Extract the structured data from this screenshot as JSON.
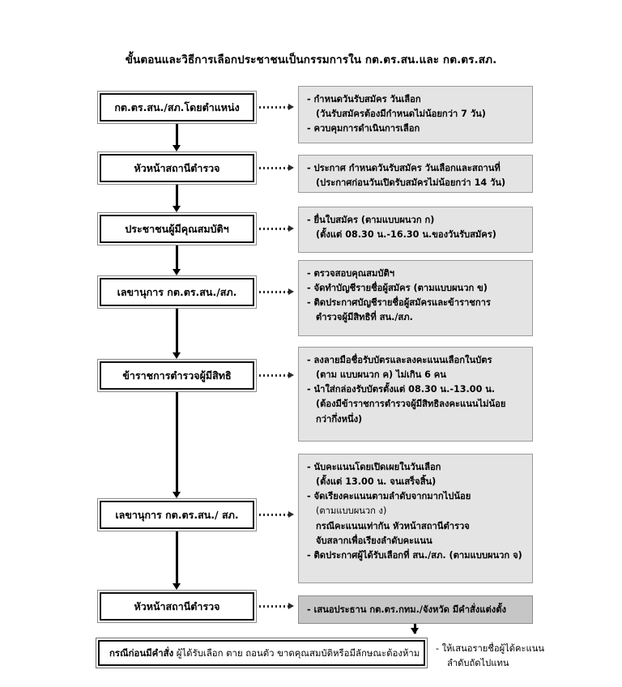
{
  "title": "ขั้นตอนและวิธีการเลือกประชาชนเป็นกรรมการใน กต.ตร.สน.และ กต.ตร.สภ.",
  "colors": {
    "detail_bg": "#e4e4e4",
    "detail_shaded_bg": "#c6c6c6",
    "box_border": "#111111",
    "connector": "#000000"
  },
  "actors": [
    {
      "label": "กต.ตร.สน./สภ.โดยตำแหน่ง"
    },
    {
      "label": "หัวหน้าสถานีตำรวจ"
    },
    {
      "label": "ประชาชนผู้มีคุณสมบัติฯ"
    },
    {
      "label": "เลขานุการ กต.ตร.สน./สภ."
    },
    {
      "label": "ข้าราชการตำรวจผู้มีสิทธิ"
    },
    {
      "label": "เลขานุการ กต.ตร.สน./ สภ."
    },
    {
      "label": "หัวหน้าสถานีตำรวจ"
    }
  ],
  "details": [
    {
      "shaded": false,
      "lines": [
        {
          "text": "-  กำหนดวันรับสมัคร วันเลือก",
          "style": "bold",
          "indent": 0
        },
        {
          "text": "(วันรับสมัครต้องมีกำหนดไม่น้อยกว่า 7 วัน)",
          "style": "bold",
          "indent": 1
        },
        {
          "text": "-  ควบคุมการดำเนินการเลือก",
          "style": "bold",
          "indent": 0
        }
      ]
    },
    {
      "shaded": false,
      "lines": [
        {
          "text": "-  ประกาศ กำหนดวันรับสมัคร วันเลือกและสถานที่",
          "style": "bold",
          "indent": 0
        },
        {
          "text": "(ประกาศก่อนวันเปิดรับสมัครไม่น้อยกว่า 14 วัน)",
          "style": "bold",
          "indent": 1
        }
      ]
    },
    {
      "shaded": false,
      "lines": [
        {
          "text": "-  ยื่นใบสมัคร (ตามแบบผนวก ก)",
          "style": "bold",
          "indent": 0
        },
        {
          "text": "(ตั้งแต่ 08.30 น.-16.30 น.ของวันรับสมัคร)",
          "style": "bold",
          "indent": 1
        }
      ]
    },
    {
      "shaded": false,
      "lines": [
        {
          "text": "-  ตรวจสอบคุณสมบัติฯ",
          "style": "bold",
          "indent": 0
        },
        {
          "text": "-  จัดทำบัญชีรายชื่อผู้สมัคร (ตามแบบผนวก ข)",
          "style": "bold",
          "indent": 0
        },
        {
          "text": "-  ติดประกาศบัญชีรายชื่อผู้สมัครและข้าราชการ",
          "style": "bold",
          "indent": 0
        },
        {
          "text": "ตำรวจผู้มีสิทธิที่ สน./สภ.",
          "style": "bold",
          "indent": 1
        }
      ]
    },
    {
      "shaded": false,
      "lines": [
        {
          "text": "-  ลงลายมือชื่อรับบัตรและลงคะแนนเลือกในบัตร",
          "style": "bold",
          "indent": 0
        },
        {
          "text": "(ตาม แบบผนวก ค)  ไม่เกิน 6  คน",
          "style": "bold",
          "indent": 1
        },
        {
          "text": "-  นำใส่กล่องรับบัตรตั้งแต่ 08.30 น.-13.00 น.",
          "style": "bold",
          "indent": 0
        },
        {
          "text": "(ต้องมีข้าราชการตำรวจผู้มีสิทธิลงคะแนนไม่น้อย",
          "style": "bold",
          "indent": 1
        },
        {
          "text": "กว่ากึ่งหนึ่ง)",
          "style": "bold",
          "indent": 1
        }
      ]
    },
    {
      "shaded": false,
      "lines": [
        {
          "text": "-  นับคะแนนโดยเปิดเผยในวันเลือก",
          "style": "bold",
          "indent": 0
        },
        {
          "text": "(ตั้งแต่ 13.00 น. จนเสร็จสิ้น)",
          "style": "bold",
          "indent": 1
        },
        {
          "text": "-  จัดเรียงคะแนนตามลำดับจากมากไปน้อย",
          "style": "bold",
          "indent": 0
        },
        {
          "text": "(ตามแบบผนวก ง)",
          "style": "light",
          "indent": 1
        },
        {
          "text": "กรณีคะแนนเท่ากัน   หัวหน้าสถานีตำรวจ",
          "style": "underline",
          "indent": 1
        },
        {
          "text": "จับสลากเพื่อเรียงลำดับคะแนน",
          "style": "bold",
          "indent": 1
        },
        {
          "text": "-  ติดประกาศผู้ได้รับเลือกที่ สน./สภ. (ตามแบบผนวก จ)",
          "style": "bold",
          "indent": 0
        }
      ]
    },
    {
      "shaded": true,
      "lines": [
        {
          "text": "-  เสนอประธาน กต.ตร.กทม./จังหวัด มีคำสั่งแต่งตั้ง",
          "style": "bold",
          "indent": 0
        }
      ]
    }
  ],
  "bottom": {
    "lead": "กรณีก่อนมีคำสั่ง",
    "rest": " ผู้ได้รับเลือก ตาย ถอนตัว ขาดคุณสมบัติหรือมีลักษณะต้องห้าม",
    "note_line1": "- ให้เสนอรายชื่อผู้ได้คะแนน",
    "note_line2": "ลำดับถัดไปแทน"
  }
}
